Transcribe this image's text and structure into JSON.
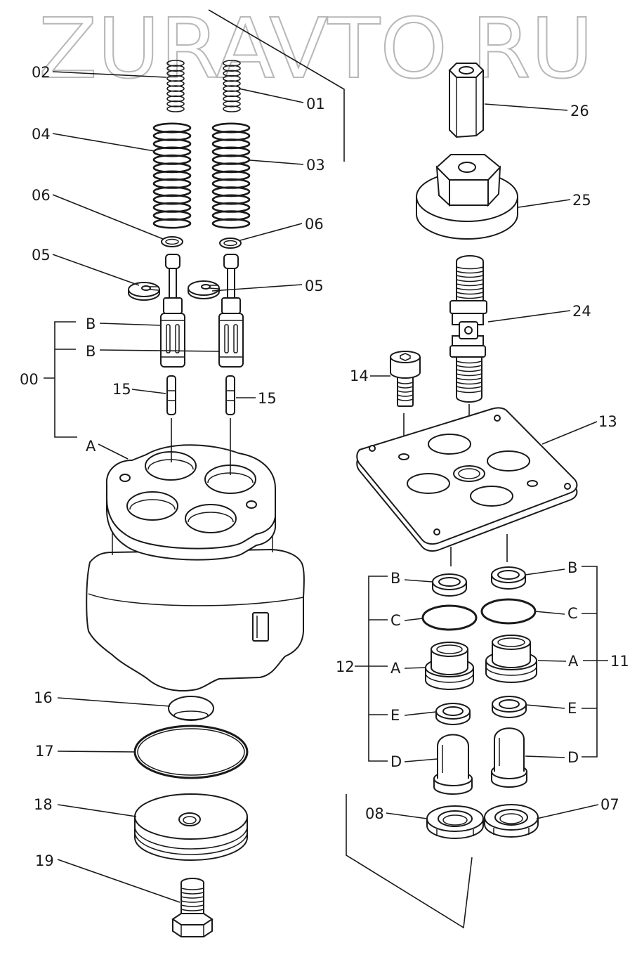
{
  "watermark": "ZURAVTO.RU",
  "callouts": {
    "c02": "02",
    "c01": "01",
    "c04": "04",
    "c03": "03",
    "c06_left": "06",
    "c06_right": "06",
    "c05_left": "05",
    "c05_right": "05",
    "c00_B_upper": "B",
    "c00_B_lower": "B",
    "c00": "00",
    "c00_A": "A",
    "c15_left": "15",
    "c15_right": "15",
    "c16": "16",
    "c17": "17",
    "c18": "18",
    "c19": "19",
    "c26": "26",
    "c25": "25",
    "c24": "24",
    "c14": "14",
    "c13": "13",
    "c12_B": "B",
    "c12_C": "C",
    "c12": "12",
    "c12_A": "A",
    "c12_E": "E",
    "c12_D": "D",
    "c11_B": "B",
    "c11_C": "C",
    "c11_A": "A",
    "c11": "11",
    "c11_E": "E",
    "c11_D": "D",
    "c08": "08",
    "c07": "07"
  },
  "colors": {
    "ink": "#1a1a1a",
    "paper": "#ffffff",
    "watermark": "#b8b8b8"
  }
}
